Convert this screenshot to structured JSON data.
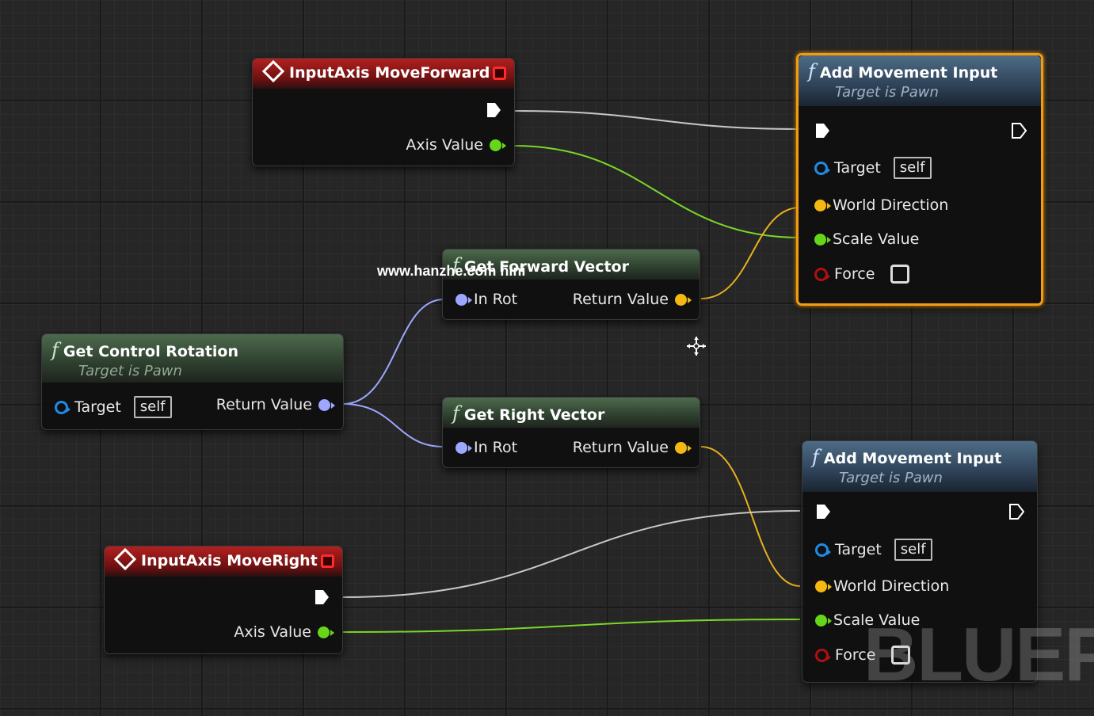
{
  "nodes": {
    "move_forward": {
      "title": "InputAxis MoveForward",
      "axis_label": "Axis Value"
    },
    "move_right": {
      "title": "InputAxis MoveRight",
      "axis_label": "Axis Value"
    },
    "get_control_rotation": {
      "title": "Get Control Rotation",
      "subtitle": "Target is Pawn",
      "target_label": "Target",
      "target_default": "self",
      "return_label": "Return Value"
    },
    "get_forward_vector": {
      "title": "Get Forward Vector",
      "in_label": "In Rot",
      "return_label": "Return Value"
    },
    "get_right_vector": {
      "title": "Get Right Vector",
      "in_label": "In Rot",
      "return_label": "Return Value"
    },
    "add_movement_top": {
      "title": "Add Movement Input",
      "subtitle": "Target is Pawn",
      "target_label": "Target",
      "target_default": "self",
      "world_direction_label": "World Direction",
      "scale_value_label": "Scale Value",
      "force_label": "Force"
    },
    "add_movement_bottom": {
      "title": "Add Movement Input",
      "subtitle": "Target is Pawn",
      "target_label": "Target",
      "target_default": "self",
      "world_direction_label": "World Direction",
      "scale_value_label": "Scale Value",
      "force_label": "Force"
    }
  },
  "watermark": {
    "site": "www.hanzhe.com nini",
    "brand": "BLUEPI"
  },
  "colors": {
    "exec": "#d0d0d0",
    "float": "#66d61a",
    "vector": "#f5b812",
    "rotator": "#9da7ff",
    "object": "#1e8be8",
    "bool": "#b01010",
    "selected_outline": "#f39c12"
  }
}
